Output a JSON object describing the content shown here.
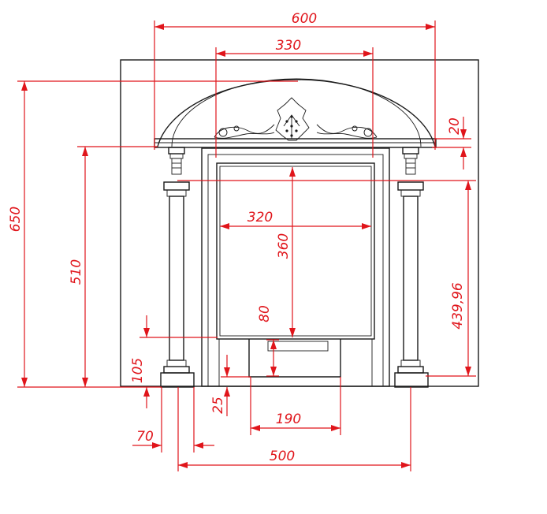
{
  "colors": {
    "dimension": "#e0151b",
    "outline": "#1a1a1a",
    "background": "#ffffff"
  },
  "dimensions": {
    "overall_width": "600",
    "arch_inner_width": "330",
    "overall_height": "650",
    "column_height": "510",
    "cornice_height": "20",
    "shaft_height": "439,96",
    "opening_width": "320",
    "opening_height": "360",
    "hearth_height": "80",
    "base_height": "105",
    "step_height": "25",
    "hearth_width": "190",
    "plinth_width": "70",
    "column_spacing": "500"
  }
}
